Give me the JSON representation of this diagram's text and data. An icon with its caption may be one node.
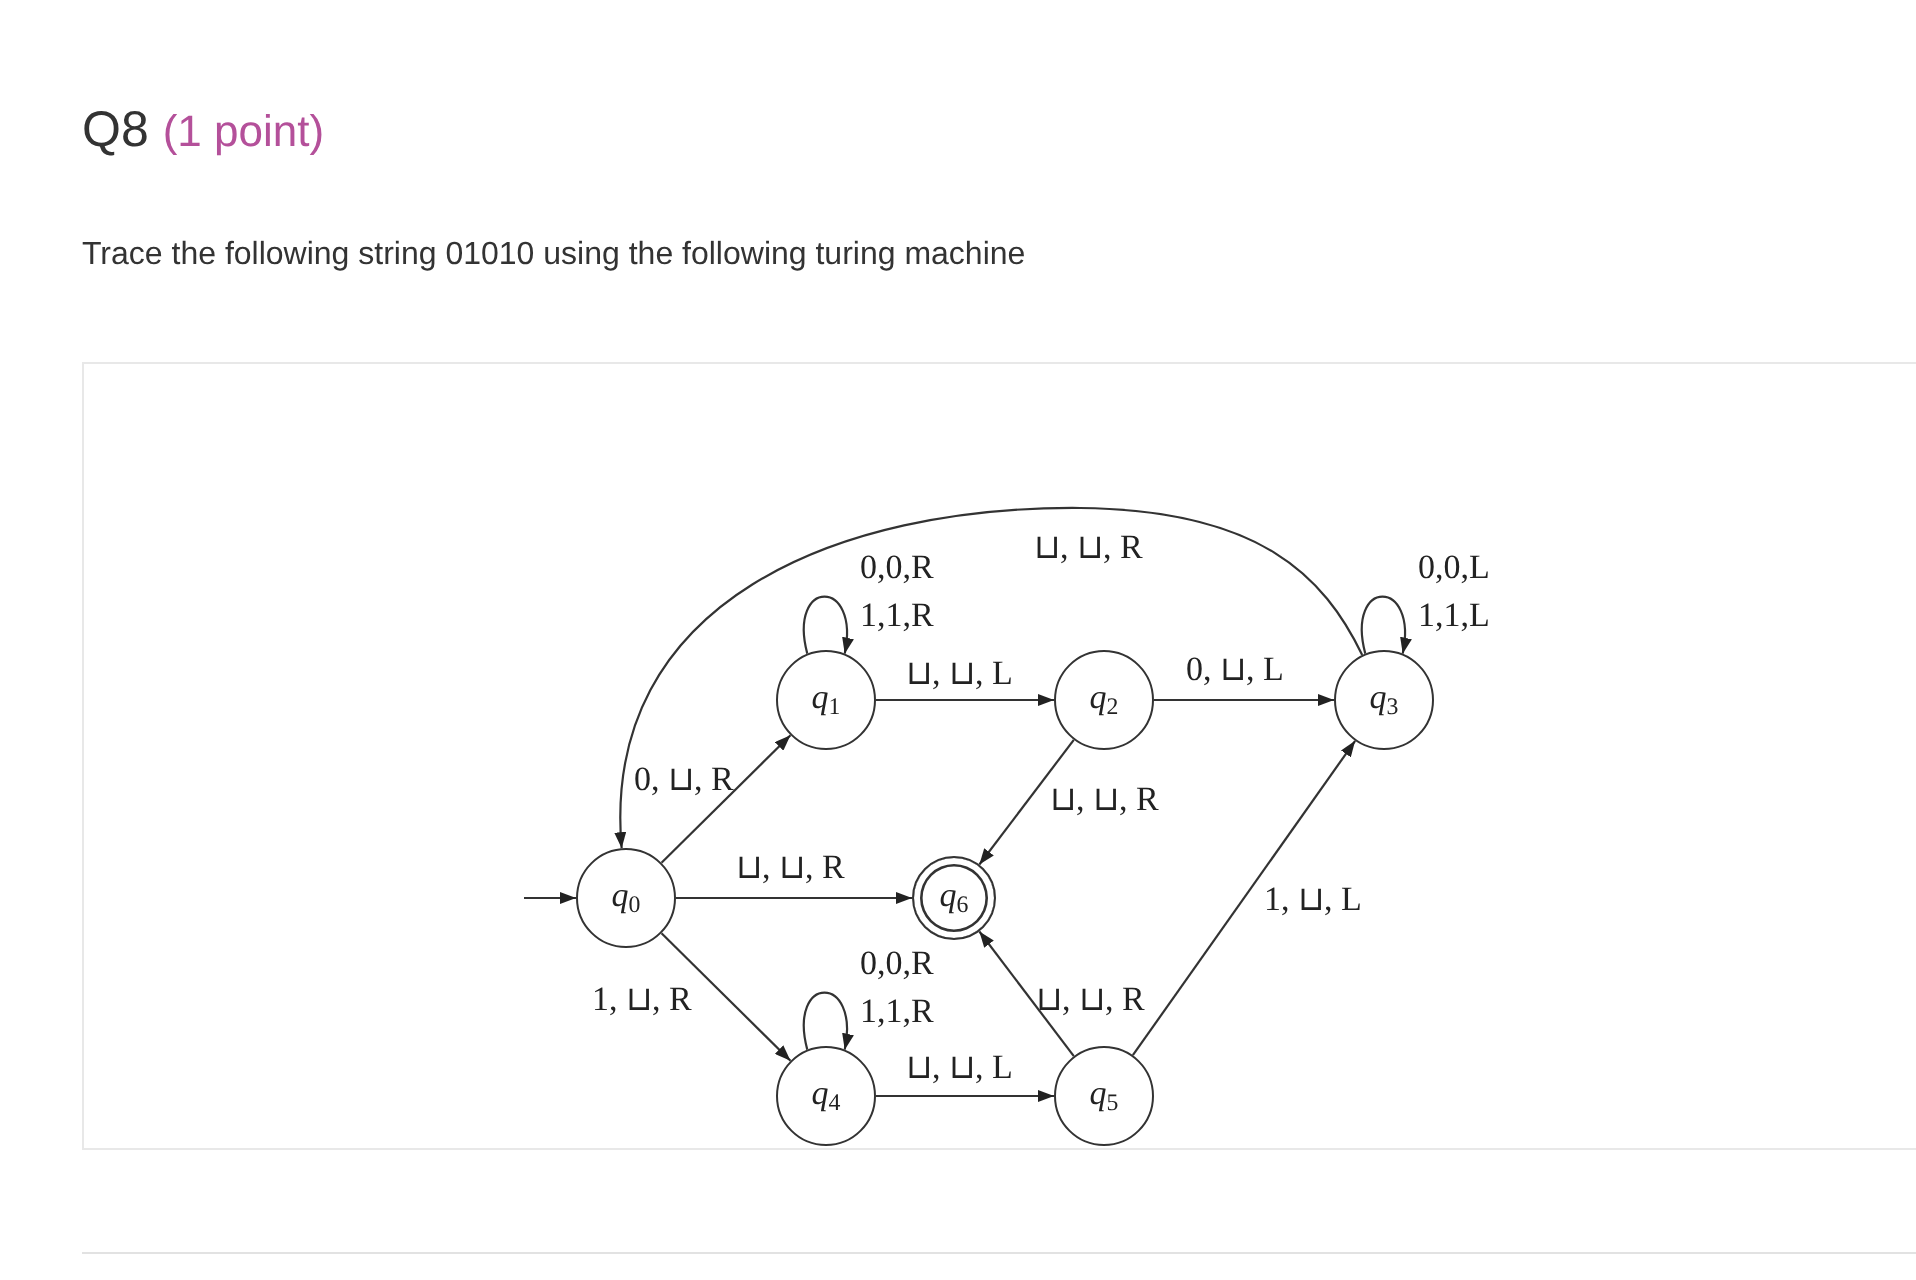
{
  "diagram": {
    "title": "Q8",
    "labels": [
      "(1 point)",
      "Trace the following string 01010 using the following turing machine"
    ],
    "nodes": [
      {
        "text": [
          "q$_{1}$"
        ]
      },
      {
        "text": [
          "q$_{2}$"
        ]
      },
      {
        "text": [
          "q$_{3}$"
        ]
      },
      {
        "text": [
          "q$_{0}$"
        ]
      },
      {
        "text": [
          "q$_{6}$"
        ]
      },
      {
        "text": [
          "q$_{4}$"
        ]
      },
      {
        "text": [
          "q$_{5}$"
        ]
      }
    ],
    "edges": [
      {
        "from": 2,
        "to": 3,
        "arrow": "to",
        "label": "⊔, ⊔, R"
      },
      {
        "from": 0,
        "to": 0,
        "arrow": "to",
        "label": "0,0,R 1,1,R"
      },
      {
        "from": 2,
        "to": 2,
        "arrow": "to",
        "label": "0,0,L 1,1,L"
      },
      {
        "from": 0,
        "to": 1,
        "arrow": "to",
        "label": "⊔, ⊔, L"
      },
      {
        "from": 1,
        "to": 2,
        "arrow": "to",
        "label": "0, ⊔, L"
      },
      {
        "from": 3,
        "to": 0,
        "arrow": "to",
        "label": "0, ⊔, R"
      },
      {
        "from": 1,
        "to": 4,
        "arrow": "to",
        "label": "⊔, ⊔, R"
      },
      {
        "from": null,
        "to": 3,
        "arrow": "to"
      },
      {
        "from": 3,
        "to": 4,
        "arrow": "to",
        "label": "⊔, ⊔, R"
      },
      {
        "from": 6,
        "to": 2,
        "arrow": "to",
        "label": "1, ⊔, L"
      },
      {
        "from": 3,
        "to": 5,
        "arrow": "to",
        "label": "1, ⊔, R"
      },
      {
        "from": 5,
        "to": 5,
        "arrow": "to",
        "label": "0,0,R 1,1,R"
      },
      {
        "from": 6,
        "to": 4,
        "arrow": "to",
        "label": "⊔, ⊔, R"
      },
      {
        "from": 5,
        "to": 6,
        "arrow": "to",
        "label": "⊔, ⊔, L"
      }
    ]
  }
}
